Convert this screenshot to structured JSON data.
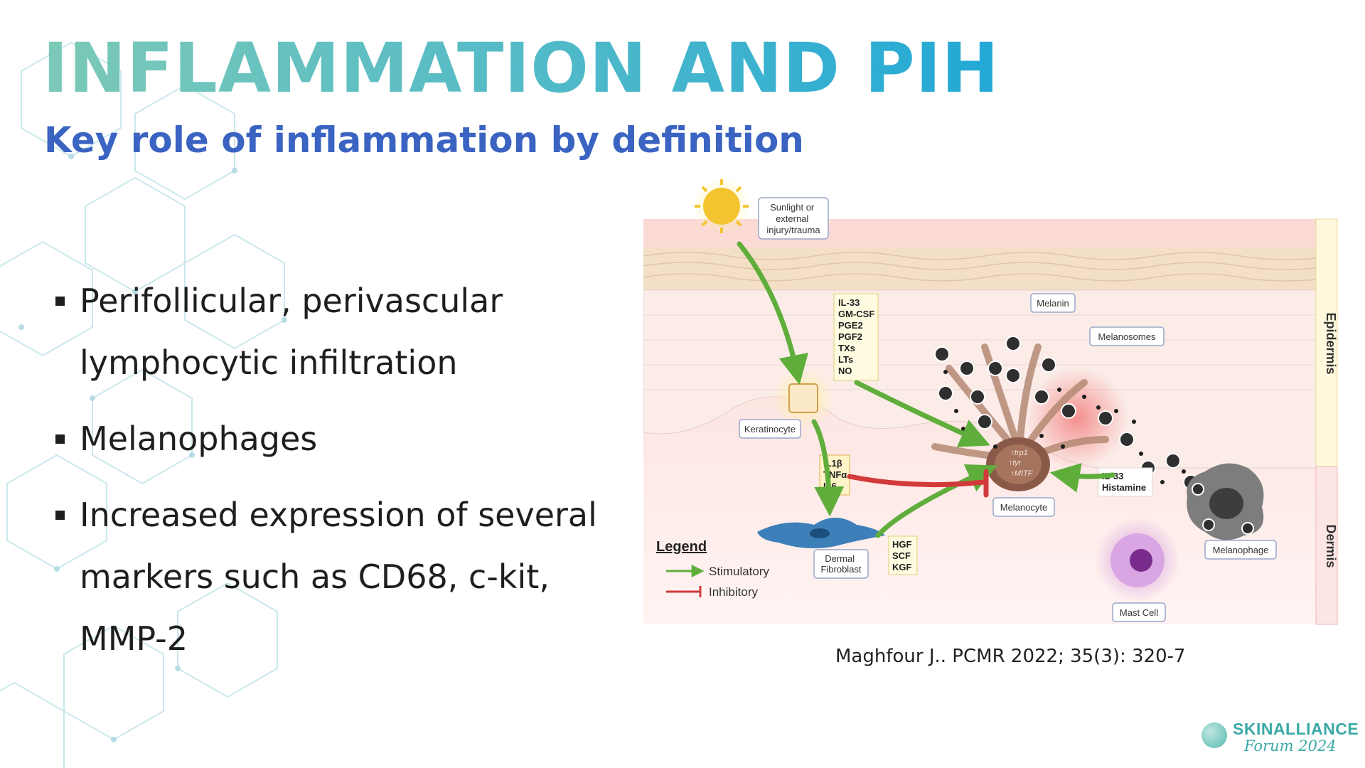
{
  "slide": {
    "title": "INFLAMMATION AND PIH",
    "subtitle": "Key role of inflammation by definition",
    "bullets": [
      "Perifollicular, perivascular lymphocytic infiltration",
      "Melanophages",
      "Increased expression of several markers such as CD68, c-kit, MMP-2"
    ],
    "citation": "Maghfour J.. PCMR  2022; 35(3): 320-7",
    "logo": {
      "name": "SKINALLIANCE",
      "tagline": "Forum 2024"
    }
  },
  "diagram": {
    "labels": {
      "sunlight": [
        "Sunlight or",
        "external",
        "injury/trauma"
      ],
      "mediators_keratinocyte": [
        "IL-33",
        "GM-CSF",
        "PGE2",
        "PGF2",
        "TXs",
        "LTs",
        "NO"
      ],
      "melanin": "Melanin",
      "melanosomes": "Melanosomes",
      "keratinocyte": "Keratinocyte",
      "inhibitory_mediators": [
        "IL1β",
        "TNFα",
        "IL6"
      ],
      "melanocyte": "Melanocyte",
      "nucleus_text": [
        "↑trp1",
        "↑tyr",
        "↑MITF"
      ],
      "mast_mediators": [
        "IL-33",
        "Histamine"
      ],
      "fibroblast": [
        "Dermal",
        "Fibroblast"
      ],
      "fibroblast_mediators": [
        "HGF",
        "SCF",
        "KGF"
      ],
      "melanophage": "Melanophage",
      "mast_cell": "Mast Cell",
      "epidermis": "Epidermis",
      "dermis": "Dermis"
    },
    "legend": {
      "title": "Legend",
      "stimulatory": "Stimulatory",
      "inhibitory": "Inhibitory"
    },
    "colors": {
      "stimulatory": "#5fae3c",
      "inhibitory": "#d23a3a",
      "skin_top": "#f1dcc4",
      "dermis": "#fde3e0"
    }
  }
}
